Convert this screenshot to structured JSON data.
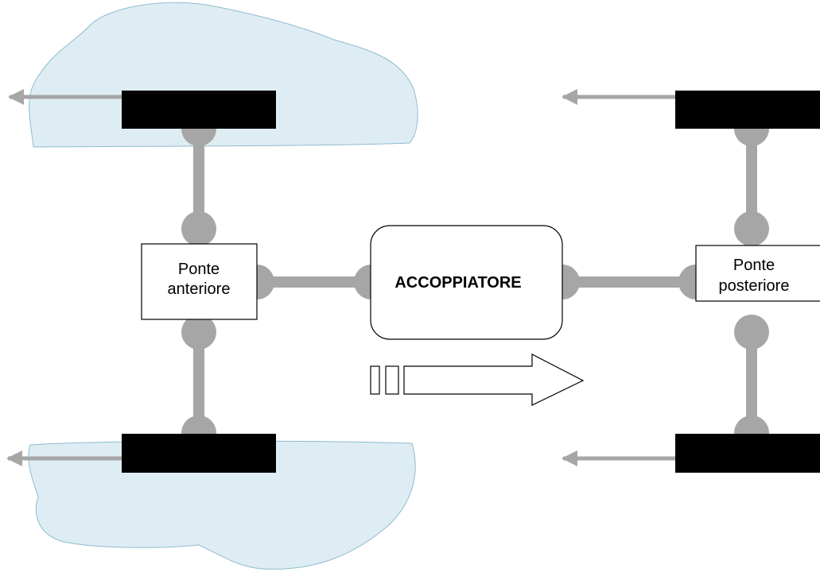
{
  "colors": {
    "background": "#ffffff",
    "ice_fill": "#deedf3",
    "ice_stroke": "#8fbccd",
    "shaft": "#a6a6a6",
    "wheel": "#000000",
    "arrow": "#a6a6a6",
    "box_stroke": "#000000"
  },
  "front_axle": {
    "label_line1": "Ponte",
    "label_line2": "anteriore"
  },
  "rear_axle": {
    "label_line1": "Ponte",
    "label_line2": "posteriore"
  },
  "coupler": {
    "label": "ACCOPPIATORE"
  },
  "icons": [
    "wheel-icon",
    "ice-patch-icon",
    "motion-arrow-icon",
    "torque-flow-arrow-icon"
  ]
}
